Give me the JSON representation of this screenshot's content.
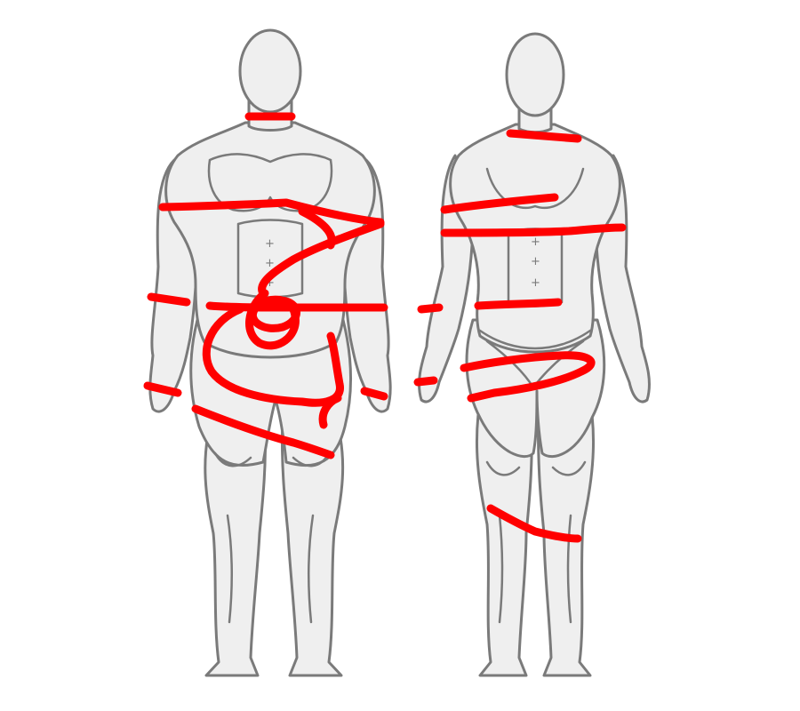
{
  "figures": [
    {
      "id": "male",
      "name": "male-body-outline"
    },
    {
      "id": "female",
      "name": "female-body-outline"
    }
  ],
  "colors": {
    "outline": "#7a7a7a",
    "body_fill": "#efefef",
    "annotation": "#ff0000",
    "background": "#ffffff"
  },
  "annotation_style": "freehand red strokes"
}
